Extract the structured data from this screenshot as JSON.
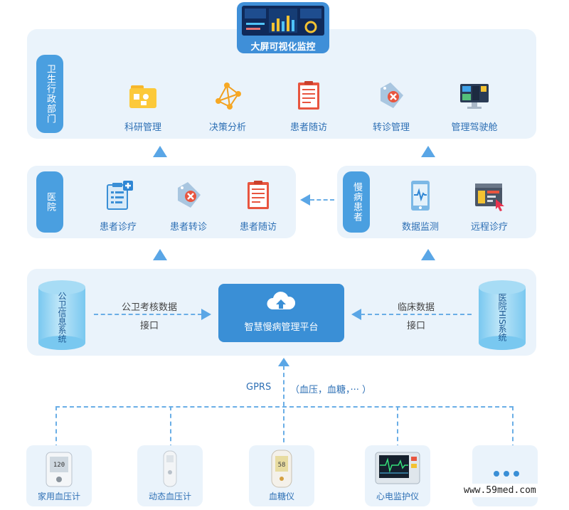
{
  "top": {
    "title": "大屏可视化监控",
    "side_label": "卫生行政部门",
    "items": [
      "科研管理",
      "决策分析",
      "患者随访",
      "转诊管理",
      "管理驾驶舱"
    ]
  },
  "hospital": {
    "side_label": "医院",
    "items": [
      "患者诊疗",
      "患者转诊",
      "患者随访"
    ]
  },
  "patient": {
    "side_label": "慢病患者",
    "items": [
      "数据监测",
      "远程诊疗"
    ]
  },
  "platform": {
    "left_db": "公卫信息系统",
    "left_link_line1": "公卫考核数据",
    "left_link_line2": "接口",
    "center": "智慧慢病管理平台",
    "right_link_line1": "临床数据",
    "right_link_line2": "接口",
    "right_db": "医院HIS系统"
  },
  "network": {
    "gprs": "GPRS",
    "data_types": "（血压，血糖，··· ）"
  },
  "devices": [
    "家用血压计",
    "动态血压计",
    "血糖仪",
    "心电监护仪",
    ""
  ],
  "watermark": "www.59med.com",
  "colors": {
    "accent": "#4a9fe0",
    "panel": "#eaf3fb",
    "label": "#2e70b5"
  }
}
